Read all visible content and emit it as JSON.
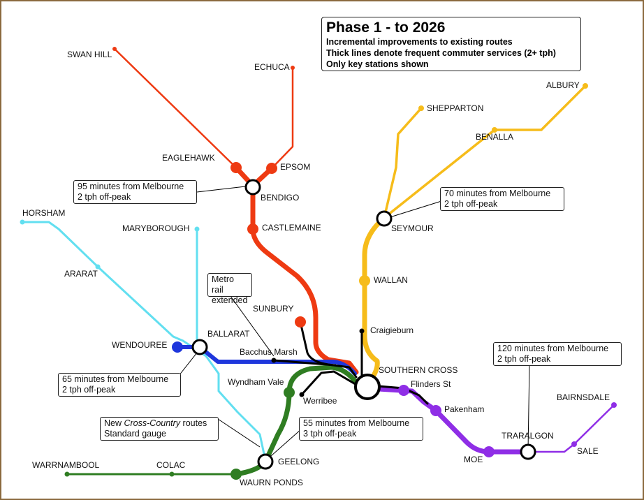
{
  "title": {
    "heading": "Phase 1 - to 2026",
    "line1": "Incremental improvements to existing routes",
    "line2": "Thick lines denote frequent commuter services (2+ tph)",
    "line3": "Only key stations shown"
  },
  "stations": {
    "swan_hill": "SWAN HILL",
    "echuca": "ECHUCA",
    "eaglehawk": "EAGLEHAWK",
    "epsom": "EPSOM",
    "bendigo": "BENDIGO",
    "castlemaine": "CASTLEMAINE",
    "sunbury": "SUNBURY",
    "horsham": "HORSHAM",
    "maryborough": "MARYBOROUGH",
    "ararat": "ARARAT",
    "wendouree": "WENDOUREE",
    "ballarat": "BALLARAT",
    "bacchus_marsh": "Bacchus Marsh",
    "wyndham_vale": "Wyndham Vale",
    "werribee": "Werribee",
    "geelong": "GEELONG",
    "waurn_ponds": "WAURN PONDS",
    "colac": "COLAC",
    "warrnambool": "WARRNAMBOOL",
    "shepparton": "SHEPPARTON",
    "albury": "ALBURY",
    "benalla": "BENALLA",
    "seymour": "SEYMOUR",
    "wallan": "WALLAN",
    "craigieburn": "Craigieburn",
    "southern_cross": "SOUTHERN CROSS",
    "flinders_st": "Flinders St",
    "pakenham": "Pakenham",
    "moe": "MOE",
    "traralgon": "TRARALGON",
    "sale": "SALE",
    "bairnsdale": "BAIRNSDALE"
  },
  "callouts": {
    "bendigo": {
      "line1": "95 minutes from Melbourne",
      "line2": "2 tph off-peak"
    },
    "seymour": {
      "line1": "70 minutes from Melbourne",
      "line2": "2 tph off-peak"
    },
    "metro": {
      "line1": "Metro rail",
      "line2": "extended"
    },
    "ballarat": {
      "line1": "65 minutes from Melbourne",
      "line2": "2 tph off-peak"
    },
    "traralgon": {
      "line1": "120 minutes from Melbourne",
      "line2": "2 tph off-peak"
    },
    "cross_country": {
      "line1_pre": "New ",
      "line1_em": "Cross-Country",
      "line1_post": " routes",
      "line2": "Standard gauge"
    },
    "geelong": {
      "line1": "55 minutes from Melbourne",
      "line2": "3 tph off-peak"
    }
  },
  "colors": {
    "bendigo_line": "#ee3a12",
    "seymour_line": "#f6bc1a",
    "ballarat_line": "#1e36dc",
    "cross_country": "#62dff0",
    "geelong_line": "#2f7d22",
    "gippsland_line": "#8f2ee6",
    "metro": "#000000",
    "frame": "#8b6a3e"
  }
}
